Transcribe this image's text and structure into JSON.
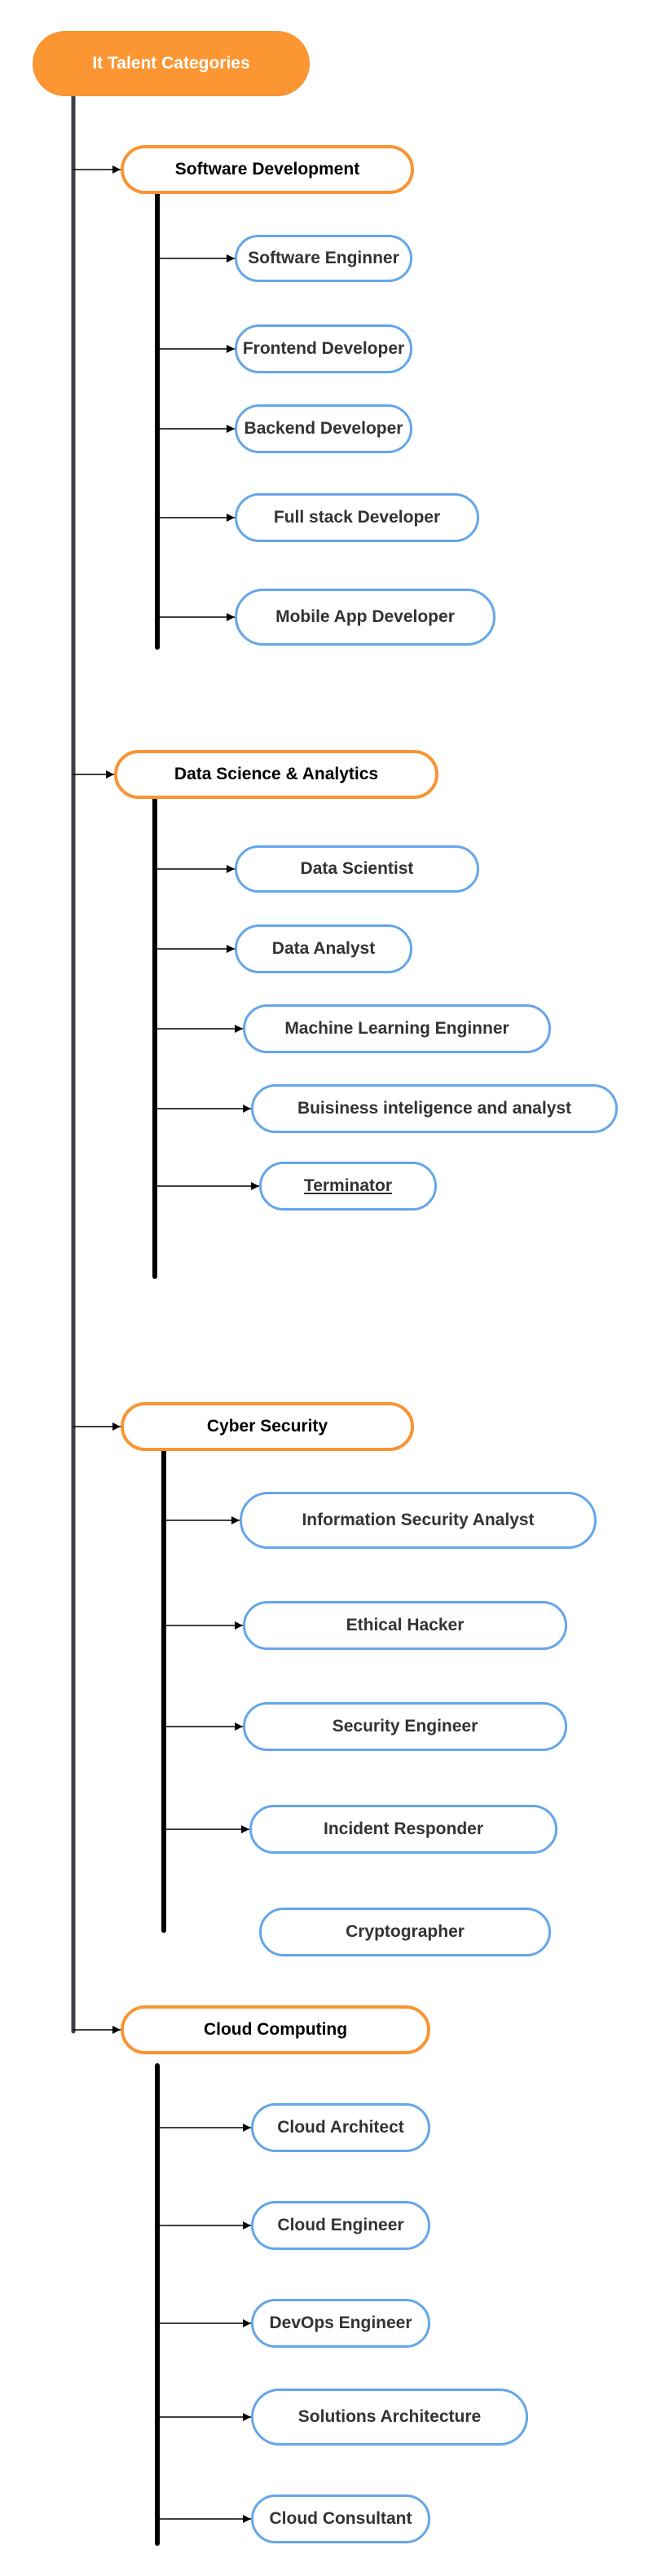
{
  "colors": {
    "root_fill": "#fb9633",
    "root_text": "#ffffff",
    "category_border": "#f89432",
    "category_text": "#000000",
    "leaf_border": "#64a6ea",
    "leaf_text": "#333333",
    "trunk": "#3b4148",
    "branch": "#000000"
  },
  "root": {
    "label": "It Talent Categories"
  },
  "categories": [
    {
      "label": "Software Development",
      "items": [
        {
          "label": "Software Enginner"
        },
        {
          "label": "Frontend Developer"
        },
        {
          "label": "Backend Developer"
        },
        {
          "label": "Full stack Developer"
        },
        {
          "label": "Mobile App Developer"
        }
      ]
    },
    {
      "label": "Data Science & Analytics",
      "items": [
        {
          "label": "Data Scientist"
        },
        {
          "label": "Data Analyst"
        },
        {
          "label": "Machine Learning Enginner"
        },
        {
          "label": "Buisiness inteligence and analyst"
        },
        {
          "label": "Terminator",
          "underline": true
        }
      ]
    },
    {
      "label": "Cyber Security",
      "items": [
        {
          "label": "Information Security Analyst"
        },
        {
          "label": "Ethical Hacker"
        },
        {
          "label": "Security Engineer"
        },
        {
          "label": "Incident Responder"
        },
        {
          "label": "Cryptographer",
          "connected": false
        }
      ]
    },
    {
      "label": "Cloud Computing",
      "items": [
        {
          "label": "Cloud Architect"
        },
        {
          "label": "Cloud Engineer"
        },
        {
          "label": "DevOps Engineer"
        },
        {
          "label": "Solutions Architecture"
        },
        {
          "label": "Cloud Consultant"
        }
      ]
    }
  ]
}
